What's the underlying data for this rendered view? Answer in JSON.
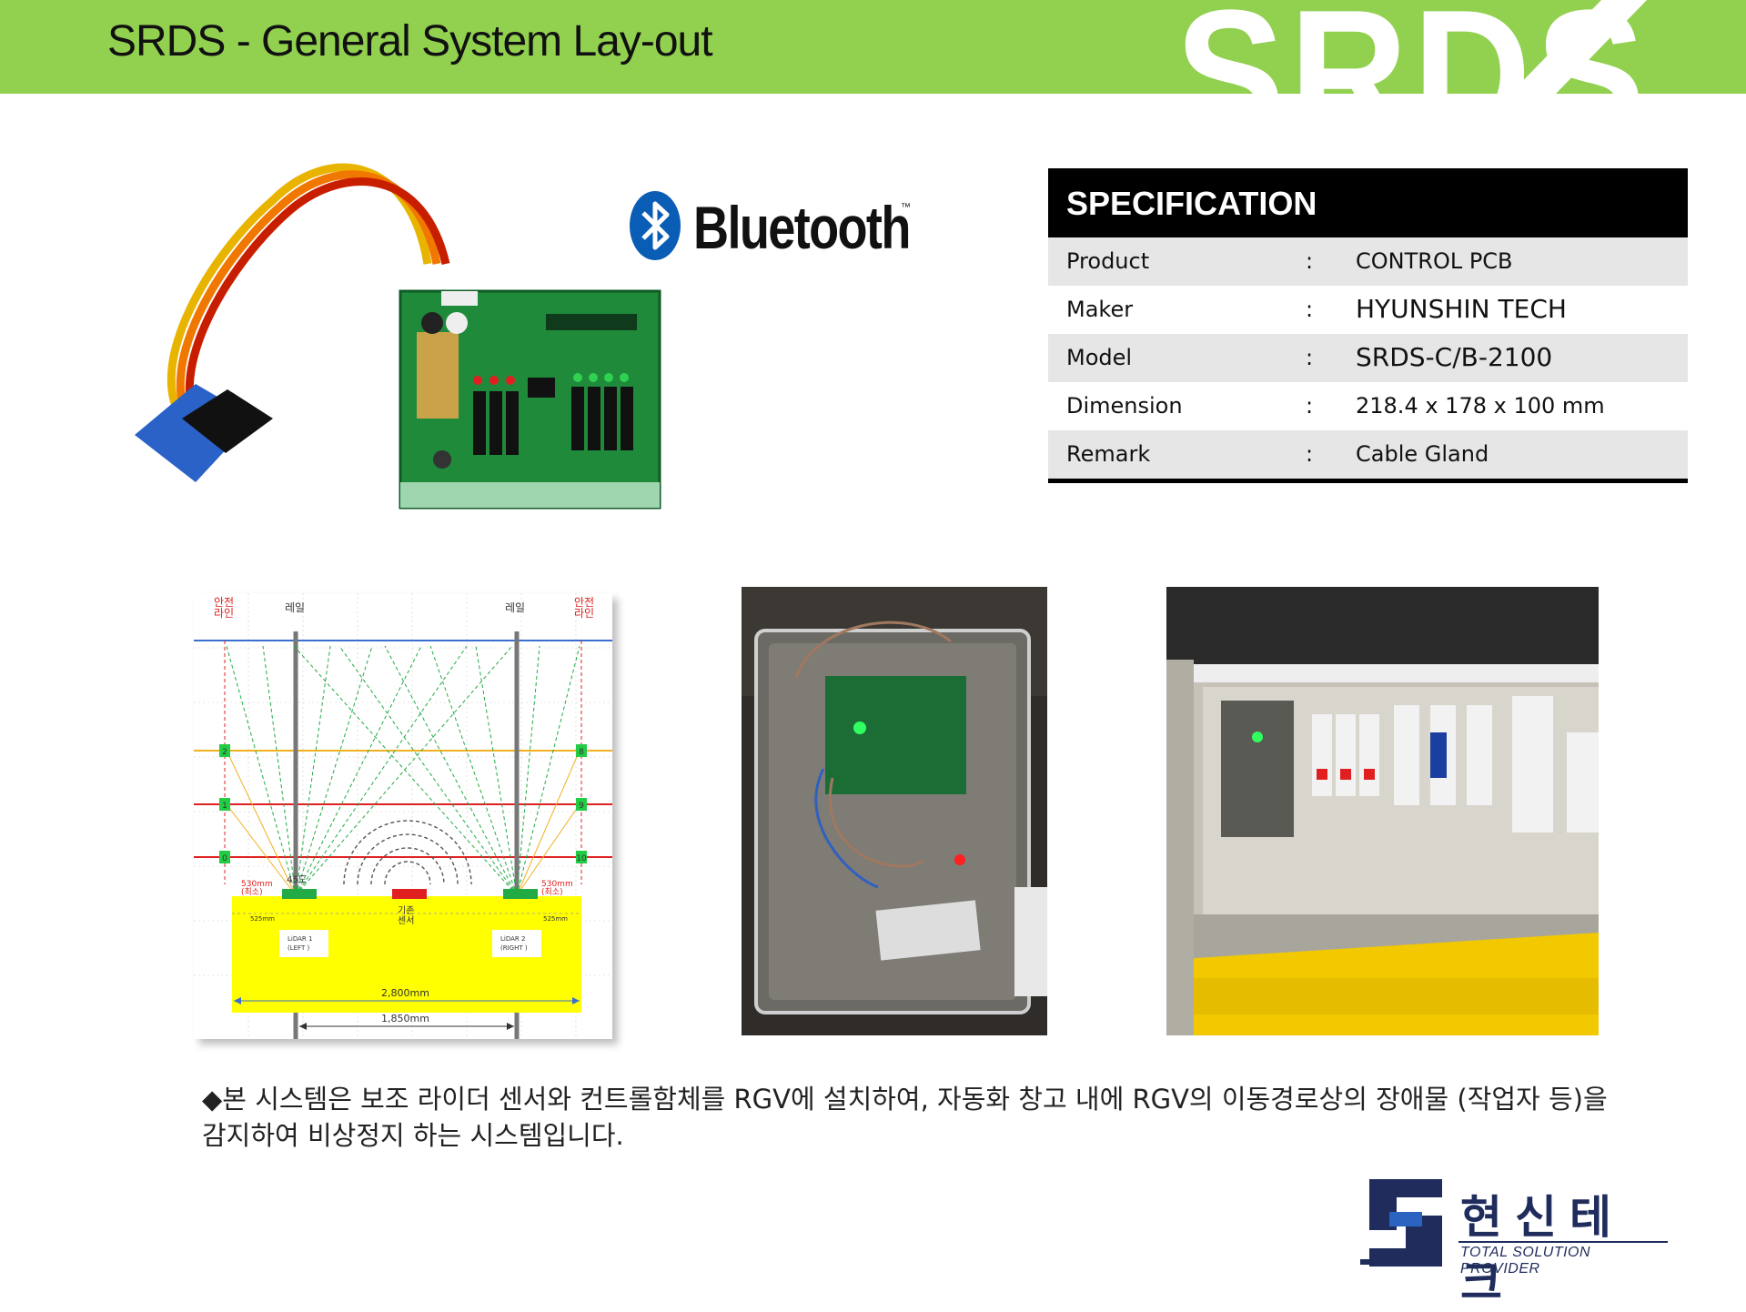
{
  "header": {
    "title": "SRDS - General System Lay-out",
    "brand": "SRDS",
    "accent_color": "#92d050"
  },
  "bluetooth": {
    "text": "Bluetooth",
    "tm": "™",
    "icon": "bluetooth-icon",
    "color": "#0a5db5"
  },
  "spec": {
    "heading": "SPECIFICATION",
    "rows": [
      {
        "key": "Product",
        "sep": ":",
        "value": "CONTROL PCB"
      },
      {
        "key": "Maker",
        "sep": ":",
        "value": "HYUNSHIN TECH"
      },
      {
        "key": "Model",
        "sep": ":",
        "value": "SRDS-C/B-2100"
      },
      {
        "key": "Dimension",
        "sep": ":",
        "value": "218.4 x 178 x 100 mm"
      },
      {
        "key": "Remark",
        "sep": ":",
        "value": "Cable Gland"
      }
    ]
  },
  "diagram": {
    "safety_line": "안전\n라인",
    "rail": "레일",
    "angle": "45도",
    "min_left": "530mm\n(최소)",
    "min_right": "530mm\n(최소)",
    "offset_left": "525mm",
    "offset_right": "525mm",
    "base_sensor": "기존\n센서",
    "lidar_left": "LiDAR 1\n(LEFT )",
    "lidar_right": "LiDAR 2\n(RIGHT )",
    "width_total": "2,800mm",
    "width_rail": "1,850mm",
    "zone_numbers": [
      "2",
      "1",
      "0",
      "8",
      "9",
      "10"
    ]
  },
  "description": "◆본 시스템은 보조 라이더 센서와 컨트롤함체를 RGV에 설치하여, 자동화 창고 내에 RGV의 이동경로상의 장애물 (작업자 등)을 감지하여 비상정지 하는 시스템입니다.",
  "company": {
    "name": "현신테크",
    "tagline": "TOTAL SOLUTION PROVIDER",
    "color": "#1f2c5c"
  }
}
